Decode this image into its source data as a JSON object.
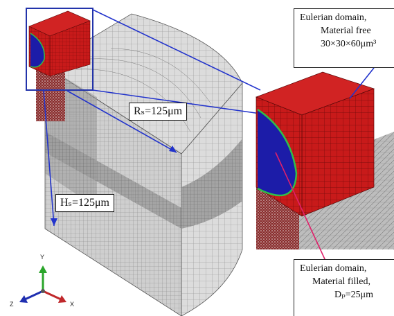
{
  "top_callout": {
    "line1": "Eulerian domain,",
    "line2": "Material free",
    "line3": "30×30×60μm³"
  },
  "bottom_callout": {
    "line1": "Eulerian domain,",
    "line2": "Material filled,",
    "line3": "Dₚ=25μm"
  },
  "dimensions": {
    "radius": "Rₛ=125μm",
    "height": "Hₛ=125μm"
  },
  "axes": {
    "x": "X",
    "y": "Y",
    "z": "Z"
  },
  "colors": {
    "eulerian_domain": "#c81a1a",
    "particle": "#1c1ca8",
    "mesh_light": "#c9c9c9",
    "mesh_dark": "#8c8c8c",
    "leader_line": "#2233cc",
    "leader_line_particle": "#e0206a",
    "axis_x": "#c0282b",
    "axis_y": "#2aa52a",
    "axis_z": "#1f2fb0"
  }
}
